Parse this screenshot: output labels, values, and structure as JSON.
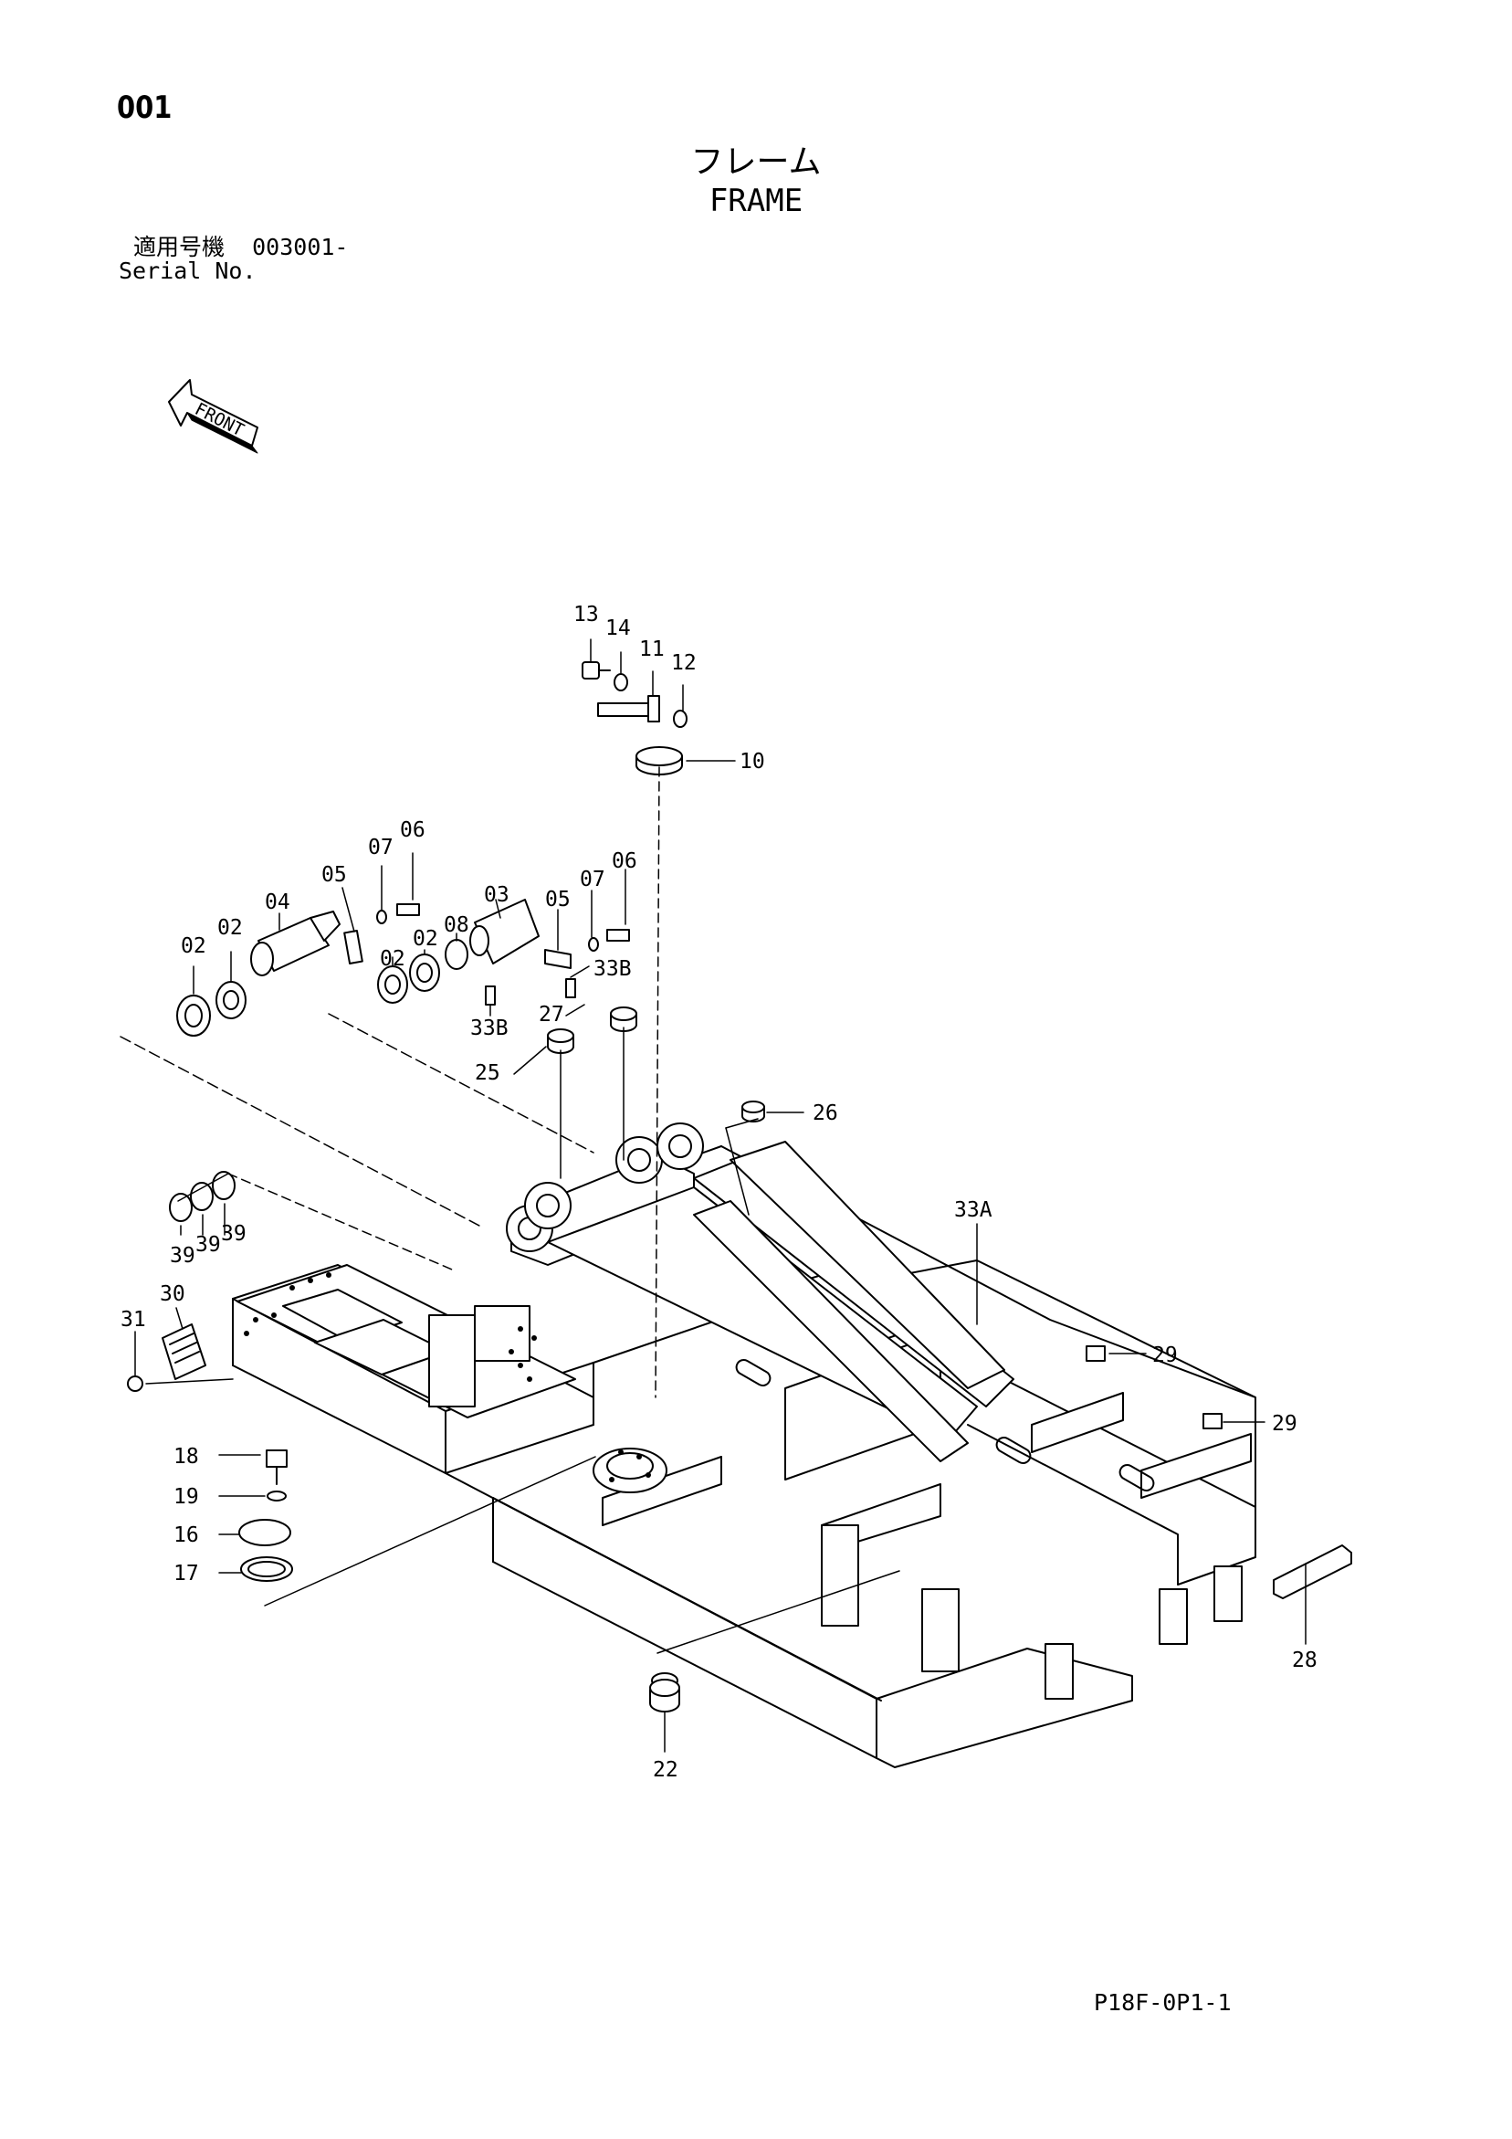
{
  "page_number": "001",
  "title_jp": "フレーム",
  "title_en": "FRAME",
  "serial_label_jp": "適用号機",
  "serial_value": "003001-",
  "serial_label_en": "Serial No.",
  "front_label": "FRONT",
  "drawing_code": "P18F-0P1-1",
  "callouts": {
    "c13": "13",
    "c14": "14",
    "c11": "11",
    "c12": "12",
    "c10": "10",
    "c07a": "07",
    "c06a": "06",
    "c05a": "05",
    "c04": "04",
    "c02a": "02",
    "c02b": "02",
    "c02c": "02",
    "c02d": "02",
    "c08": "08",
    "c03": "03",
    "c05b": "05",
    "c07b": "07",
    "c06b": "06",
    "c33Ba": "33B",
    "c33Bb": "33B",
    "c27": "27",
    "c25": "25",
    "c26": "26",
    "c39a": "39",
    "c39b": "39",
    "c39c": "39",
    "c30": "30",
    "c31": "31",
    "c33A": "33A",
    "c29a": "29",
    "c29b": "29",
    "c18": "18",
    "c19": "19",
    "c16": "16",
    "c17": "17",
    "c28": "28",
    "c22": "22"
  }
}
